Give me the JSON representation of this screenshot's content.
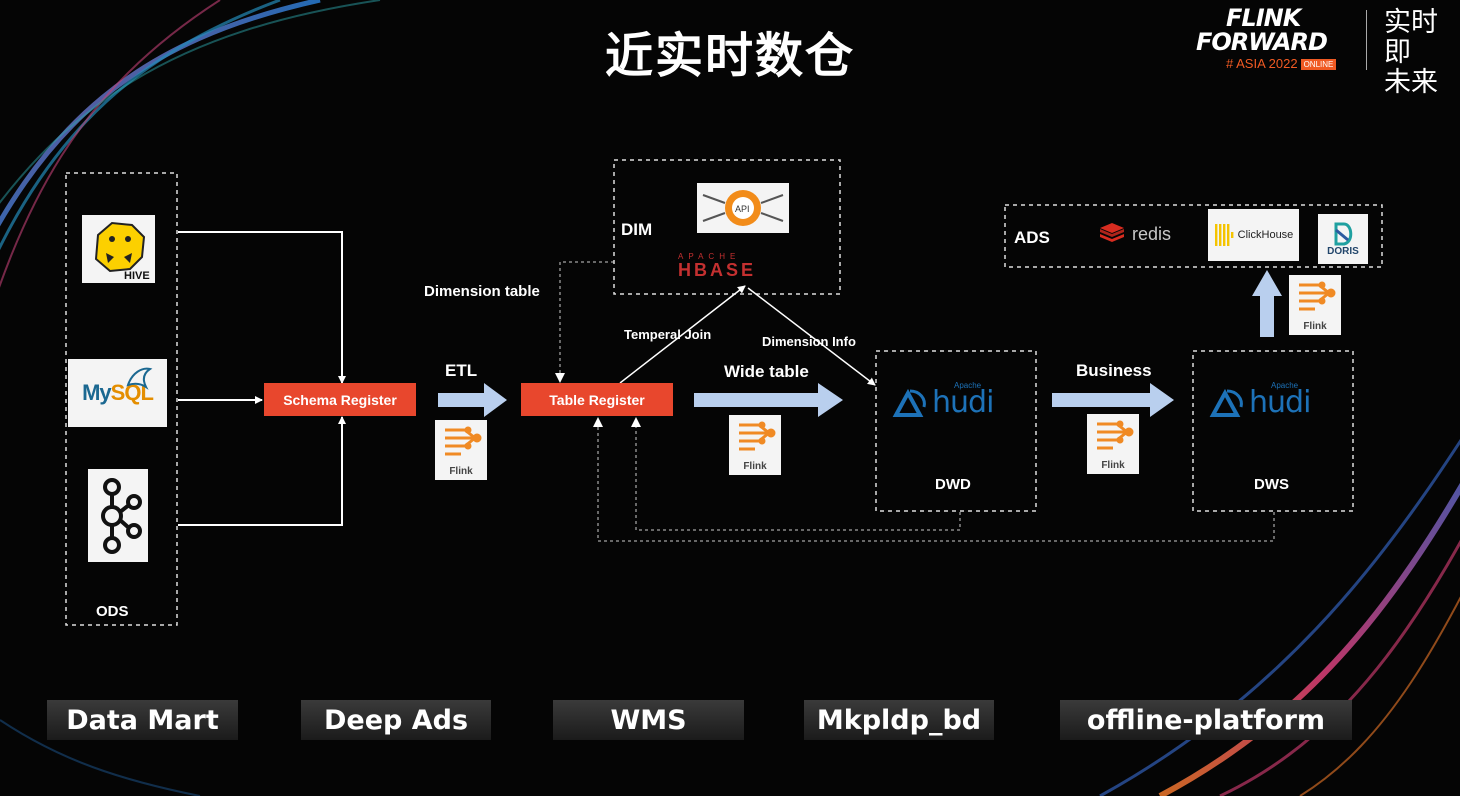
{
  "header": {
    "title": "近实时数仓",
    "brand_line1": "FLINK",
    "brand_line2": "FORWARD",
    "brand_event": "# ASIA 2022",
    "brand_badge": "ONLINE",
    "slogan_line1": "实时即",
    "slogan_line2": "未来"
  },
  "diagram": {
    "ods_label": "ODS",
    "sources": {
      "hive": "HIVE",
      "mysql_my": "My",
      "mysql_sql": "SQL"
    },
    "schema_register": "Schema Register",
    "etl_label": "ETL",
    "table_register": "Table Register",
    "dimension_table_label": "Dimension table",
    "dim_label": "DIM",
    "api_label": "API",
    "hbase_apache": "APACHE",
    "hbase_label": "HBASE",
    "temporal_join_label": "Temperal Join",
    "dimension_info_label": "Dimension Info",
    "wide_table_label": "Wide table",
    "business_label": "Business",
    "dwd_label": "DWD",
    "dws_label": "DWS",
    "ads_label": "ADS",
    "hudi_apache": "Apache",
    "hudi_word": "hudi",
    "redis_label": "redis",
    "clickhouse_label": "ClickHouse",
    "doris_label": "DORIS",
    "flink_label": "Flink"
  },
  "bottom_tabs": [
    "Data Mart",
    "Deep Ads",
    "WMS",
    "Mkpldp_bd",
    "offline-platform"
  ],
  "colors": {
    "background": "#050505",
    "register_red": "#e8472d",
    "flow_arrow": "#b9cfee",
    "flink_orange": "#f08a24",
    "hudi_blue": "#1d72b8",
    "brand_orange": "#f05a23"
  }
}
